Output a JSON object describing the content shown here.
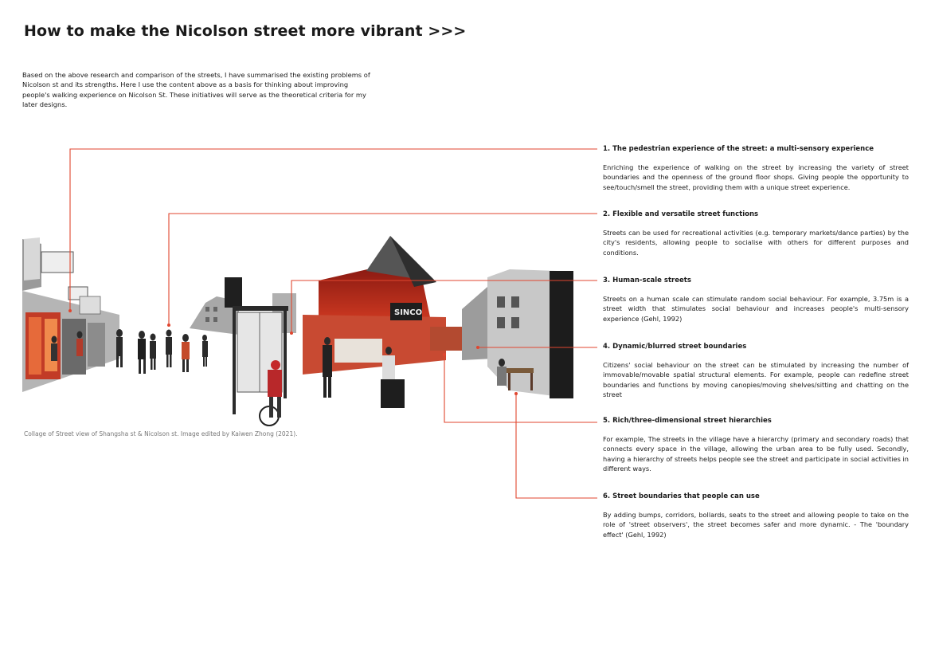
{
  "title": "How to make the Nicolson street more vibrant >>>",
  "intro": "Based on the above research and comparison of the streets, I have summarised the existing problems of Nicolson st and its strengths. Here I use the content above as a basis for thinking about improving people's walking experience on Nicolson St. These initiatives will serve as the theoretical criteria for my later designs.",
  "caption": "Collage of Street view of Shangsha st & Nicolson st. Image edited by Kaiwen Zhong  (2021).",
  "accent_color": "#e0462f",
  "collage_signs": {
    "sign_a": "SINCO"
  },
  "items": [
    {
      "heading": "1. The pedestrian experience of the street: a multi-sensory experience",
      "body": "Enriching the experience of walking on the street by increasing the variety of street boundaries and the openness of the ground floor shops. Giving people the opportunity to see/touch/smell the street, providing them with a unique street experience."
    },
    {
      "heading": "2. Flexible and versatile street functions",
      "body": "Streets can be used for recreational activities (e.g. temporary markets/dance parties) by the city's residents, allowing people to socialise with others for different purposes and conditions."
    },
    {
      "heading": "3. Human-scale streets",
      "body": "Streets on a human scale can stimulate random social behaviour. For example, 3.75m is a street width that stimulates social behaviour and increases people's multi-sensory experience (Gehl, 1992)"
    },
    {
      "heading": "4. Dynamic/blurred street boundaries",
      "body": "Citizens' social behaviour on the street can be stimulated by increasing the number of immovable/movable spatial structural elements. For example, people can redefine street boundaries and functions by moving canopies/moving shelves/sitting and chatting on the street"
    },
    {
      "heading": "5. Rich/three-dimensional street hierarchies",
      "body": "For example, The streets in the village have a hierarchy (primary and secondary roads) that connects every space in the village, allowing the urban area to be fully used. Secondly, having a hierarchy of streets helps people see the street and participate in social activities in different ways."
    },
    {
      "heading": "6. Street boundaries that people can use",
      "body": "By adding bumps, corridors, bollards, seats to the street and allowing people to take on the role of 'street observers', the street becomes safer and more dynamic. - The 'boundary effect' (Gehl, 1992)"
    }
  ]
}
